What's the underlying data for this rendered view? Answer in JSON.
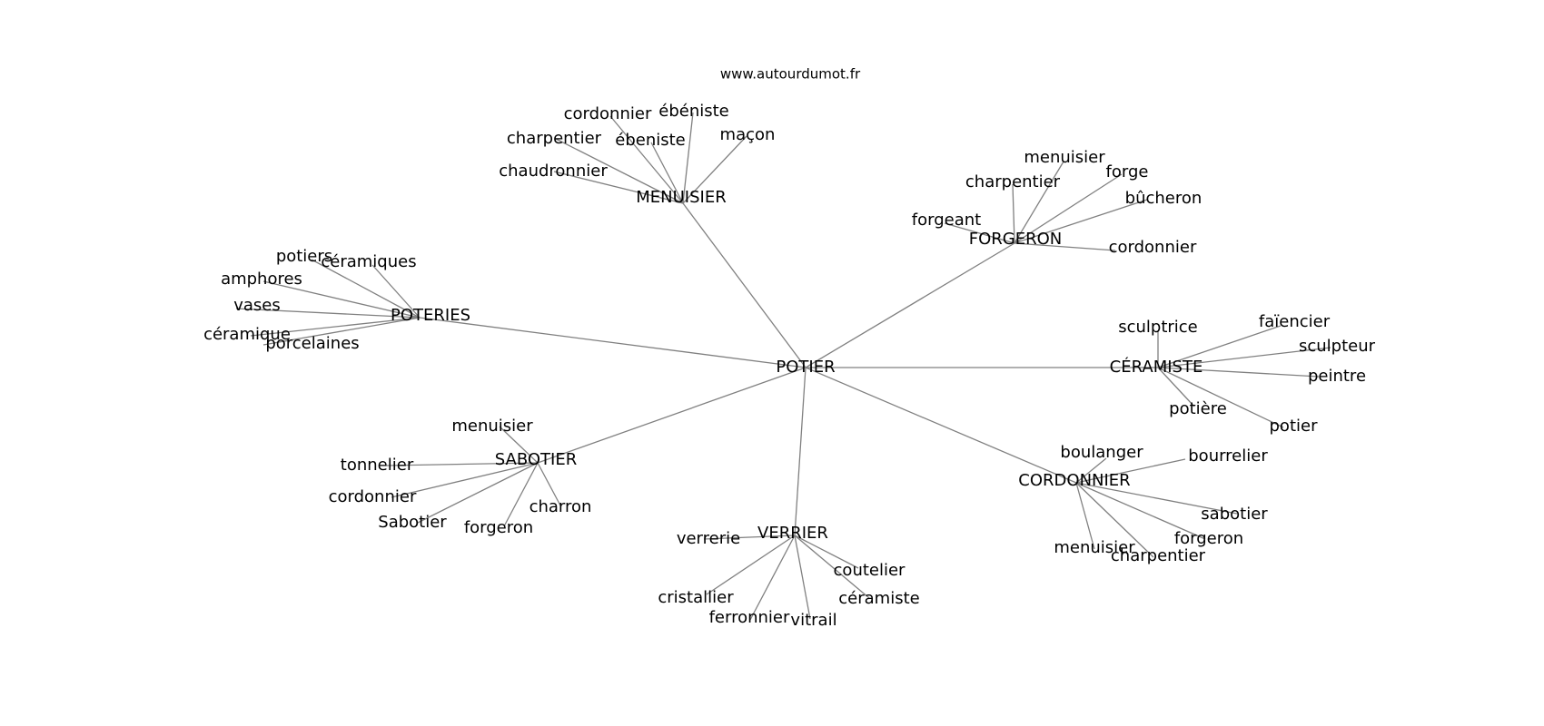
{
  "site": "www.autourdumot.fr",
  "edge_color": "#808080",
  "root": {
    "label": "POTIER",
    "children": [
      {
        "label": "MENUISIER",
        "children": [
          "cordonnier",
          "ébéniste",
          "charpentier",
          "ébeniste",
          "maçon",
          "chaudronnier"
        ]
      },
      {
        "label": "FORGERON",
        "children": [
          "menuisier",
          "charpentier",
          "forge",
          "bûcheron",
          "forgeant",
          "cordonnier"
        ]
      },
      {
        "label": "POTERIES",
        "children": [
          "potiers",
          "céramiques",
          "amphores",
          "vases",
          "céramique",
          "porcelaines"
        ]
      },
      {
        "label": "CÉRAMISTE",
        "children": [
          "sculptrice",
          "faïencier",
          "sculpteur",
          "peintre",
          "potière",
          "potier"
        ]
      },
      {
        "label": "SABOTIER",
        "children": [
          "menuisier",
          "tonnelier",
          "cordonnier",
          "Sabotier",
          "forgeron",
          "charron"
        ]
      },
      {
        "label": "CORDONNIER",
        "children": [
          "boulanger",
          "bourrelier",
          "sabotier",
          "forgeron",
          "menuisier",
          "charpentier"
        ]
      },
      {
        "label": "VERRIER",
        "children": [
          "verrerie",
          "coutelier",
          "cristallier",
          "céramiste",
          "ferronnier",
          "vitrail"
        ]
      }
    ]
  }
}
